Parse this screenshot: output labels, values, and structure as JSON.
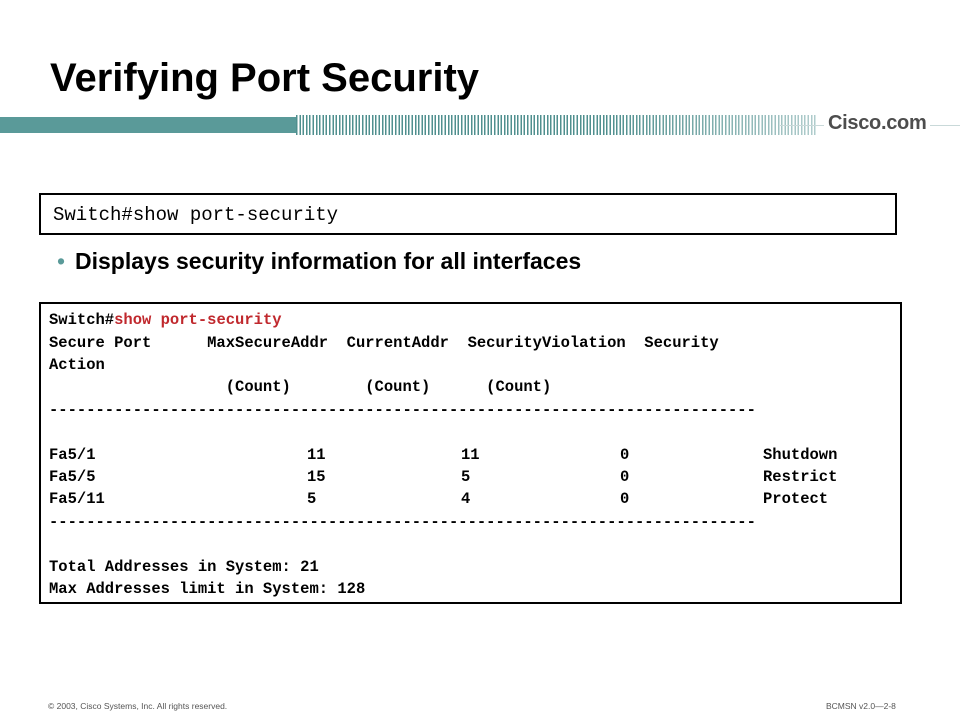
{
  "slide": {
    "title": "Verifying Port Security"
  },
  "brand": {
    "logo_text": "Cisco.com"
  },
  "command_box": {
    "text": "Switch#show port-security"
  },
  "bullet": {
    "marker": "•",
    "text": "Displays security information for all interfaces"
  },
  "output": {
    "prompt": "Switch#",
    "command": "show port-security",
    "header_line1": "Secure Port      MaxSecureAddr  CurrentAddr  SecurityViolation  Security",
    "header_line2": "Action",
    "header_line3": "                   (Count)        (Count)      (Count)",
    "separator": "----------------------------------------------------------------------------",
    "rows": [
      {
        "port": "Fa5/1",
        "max": "11",
        "current": "11",
        "violation": "0",
        "action": "Shutdown"
      },
      {
        "port": "Fa5/5",
        "max": "15",
        "current": "5",
        "violation": "0",
        "action": "Restrict"
      },
      {
        "port": "Fa5/11",
        "max": "5",
        "current": "4",
        "violation": "0",
        "action": "Protect"
      }
    ],
    "total_line": "Total Addresses in System: 21",
    "max_line": "Max Addresses limit in System: 128"
  },
  "footer": {
    "copyright": "© 2003, Cisco Systems, Inc. All rights reserved.",
    "course_code": "BCMSN v2.0—2-8"
  }
}
